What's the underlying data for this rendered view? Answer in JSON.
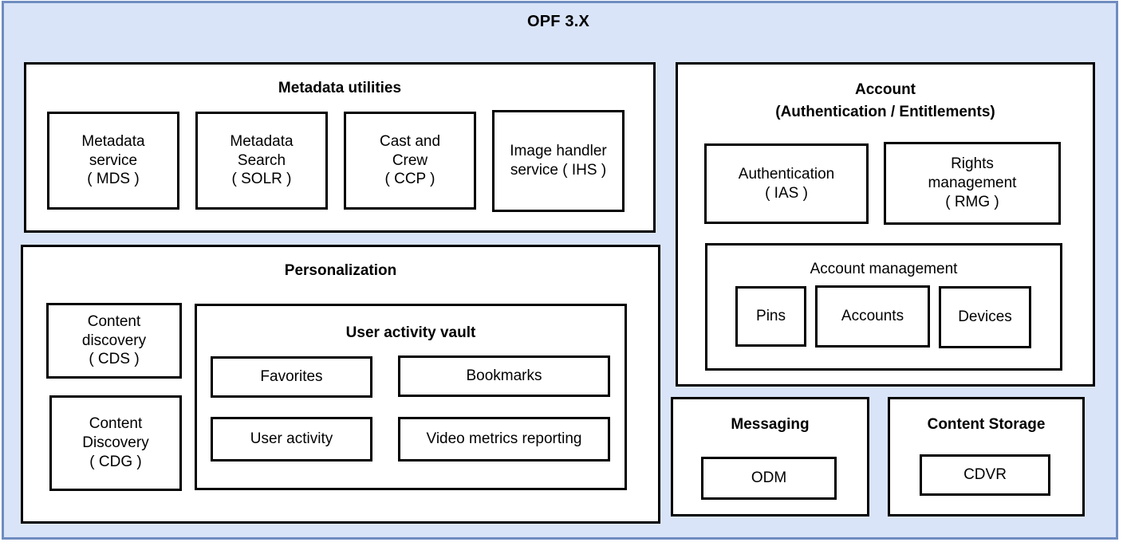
{
  "diagram": {
    "title": "OPF 3.X",
    "frame_bg": "#d9e4f8",
    "frame_border": "#6f8cc0",
    "box_border": "#000000",
    "box_bg": "#ffffff"
  },
  "groups": {
    "metadata_utilities": {
      "title": "Metadata utilities",
      "items": [
        {
          "label": "Metadata\nservice\n( MDS )"
        },
        {
          "label": "Metadata\nSearch\n( SOLR )"
        },
        {
          "label": "Cast and\nCrew\n( CCP )"
        },
        {
          "label": "Image handler\nservice ( IHS )"
        }
      ]
    },
    "personalization": {
      "title": "Personalization",
      "items": [
        {
          "label": "Content\ndiscovery\n( CDS )"
        },
        {
          "label": "Content\nDiscovery\n( CDG )"
        }
      ],
      "user_activity_vault": {
        "title": "User activity vault",
        "items": [
          {
            "label": "Favorites"
          },
          {
            "label": "Bookmarks"
          },
          {
            "label": "User activity"
          },
          {
            "label": "Video metrics reporting"
          }
        ]
      }
    },
    "account": {
      "title_line1": "Account",
      "title_line2": "(Authentication / Entitlements)",
      "items": [
        {
          "label": "Authentication\n( IAS )"
        },
        {
          "label": "Rights\nmanagement\n( RMG )"
        }
      ],
      "account_management": {
        "title": "Account management",
        "items": [
          {
            "label": "Pins"
          },
          {
            "label": "Accounts"
          },
          {
            "label": "Devices"
          }
        ]
      }
    },
    "messaging": {
      "title": "Messaging",
      "items": [
        {
          "label": "ODM"
        }
      ]
    },
    "content_storage": {
      "title": "Content Storage",
      "items": [
        {
          "label": "CDVR"
        }
      ]
    }
  }
}
